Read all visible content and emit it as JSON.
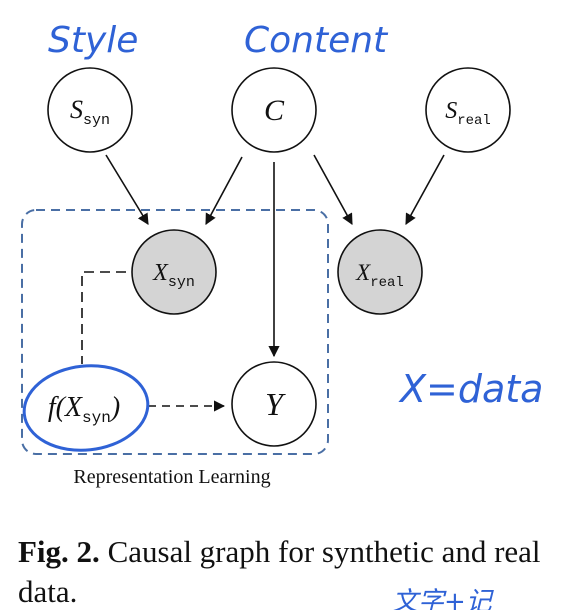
{
  "annotations": {
    "style_note": "Style",
    "content_note": "Content",
    "data_note": "X=data",
    "bottom_scribble": "文字+记"
  },
  "nodes": {
    "s_syn": {
      "main": "S",
      "sub": "syn"
    },
    "c": {
      "main": "C"
    },
    "s_real": {
      "main": "S",
      "sub": "real"
    },
    "x_syn": {
      "main": "X",
      "sub": "syn"
    },
    "x_real": {
      "main": "X",
      "sub": "real"
    },
    "y": {
      "main": "Y"
    },
    "f_xsyn": {
      "prefix": "f(",
      "main": "X",
      "sub": "syn",
      "suffix": ")"
    }
  },
  "group": {
    "label": "Representation Learning"
  },
  "caption": {
    "label": "Fig. 2.",
    "text": "Causal graph for synthetic and real data."
  },
  "colors": {
    "ink": "#111111",
    "annotation": "#2f62d6",
    "group_border": "#4a6fa5",
    "observed_fill": "#d4d4d4"
  }
}
